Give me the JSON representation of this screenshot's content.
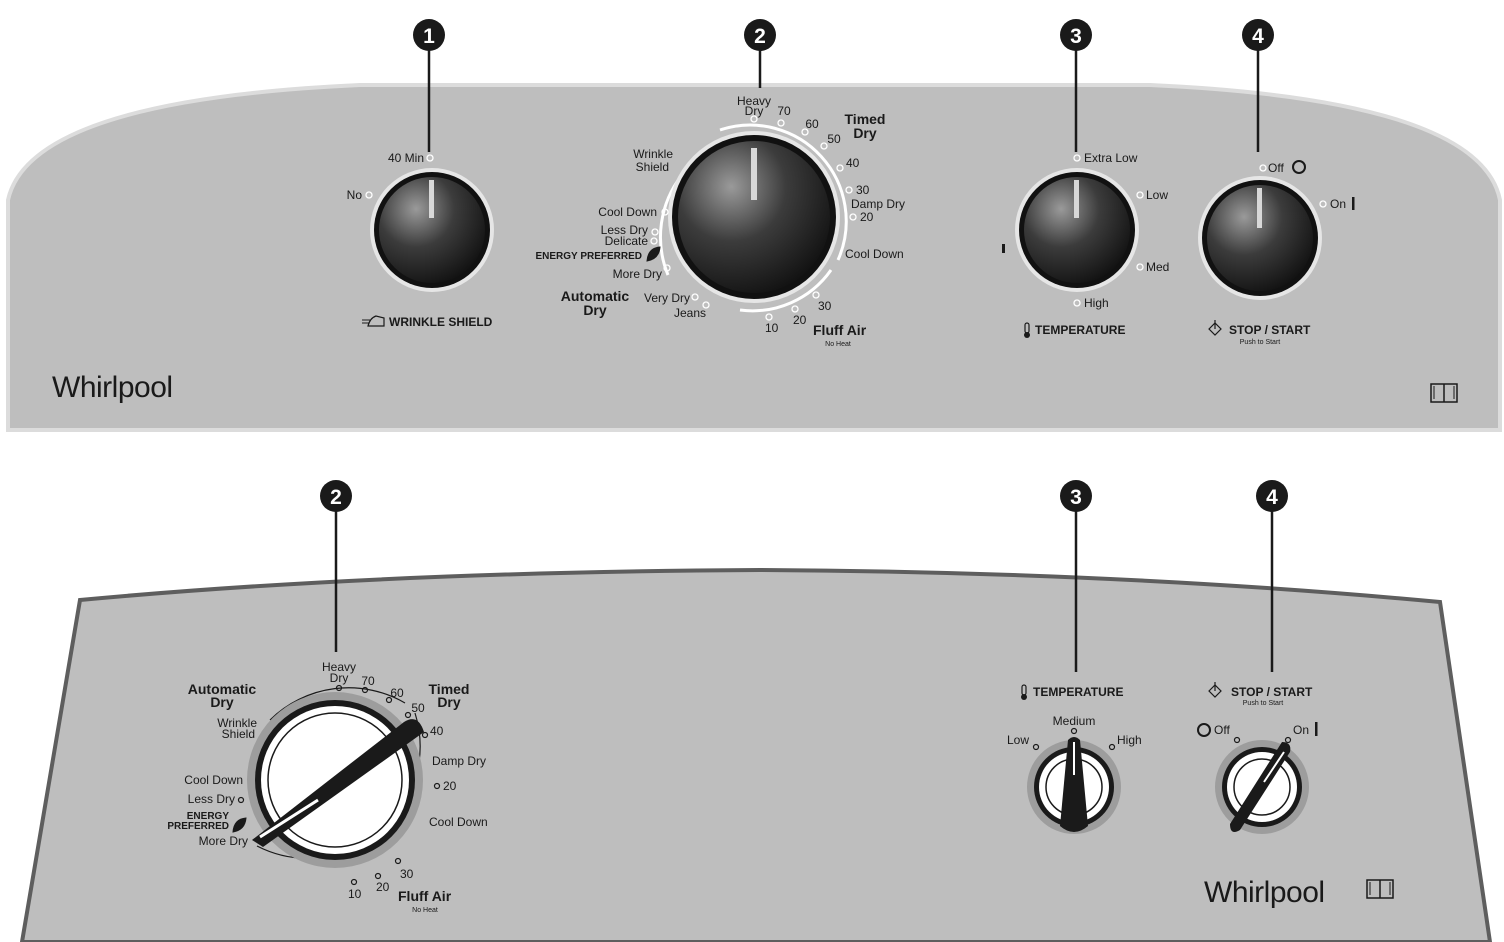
{
  "panel1": {
    "callouts": [
      "1",
      "2",
      "3",
      "4"
    ],
    "wrinkle": {
      "label": "WRINKLE SHIELD",
      "opt_40": "40 Min",
      "opt_no": "No"
    },
    "cycle": {
      "heavy_dry_1": "Heavy",
      "heavy_dry_2": "Dry",
      "t70": "70",
      "t60": "60",
      "t50": "50",
      "t40": "40",
      "t30": "30",
      "t20": "20",
      "timed_1": "Timed",
      "timed_2": "Dry",
      "damp": "Damp Dry",
      "cool_right": "Cool Down",
      "f30": "30",
      "f20": "20",
      "f10": "10",
      "fluff": "Fluff Air",
      "noheat": "No Heat",
      "jeans": "Jeans",
      "very_dry": "Very Dry",
      "auto_1": "Automatic",
      "auto_2": "Dry",
      "more_dry": "More Dry",
      "energy": "ENERGY PREFERRED",
      "less_dry": "Less Dry",
      "delicate": "Delicate",
      "cool_left": "Cool Down",
      "wrinkle_1": "Wrinkle",
      "wrinkle_2": "Shield"
    },
    "temp": {
      "label": "TEMPERATURE",
      "extra_low": "Extra Low",
      "low": "Low",
      "med": "Med",
      "high": "High"
    },
    "start": {
      "label": "STOP / START",
      "sub": "Push to Start",
      "off": "Off",
      "on": "On"
    },
    "brand": "Whirlpool"
  },
  "panel2": {
    "callouts": [
      "2",
      "3",
      "4"
    ],
    "cycle": {
      "auto_1": "Automatic",
      "auto_2": "Dry",
      "heavy_1": "Heavy",
      "heavy_2": "Dry",
      "t70": "70",
      "t60": "60",
      "t50": "50",
      "t40": "40",
      "timed_1": "Timed",
      "timed_2": "Dry",
      "wrinkle_1": "Wrinkle",
      "wrinkle_2": "Shield",
      "damp": "Damp Dry",
      "t20": "20",
      "cool_right": "Cool Down",
      "cool_left": "Cool Down",
      "less_dry": "Less Dry",
      "energy_1": "ENERGY",
      "energy_2": "PREFERRED",
      "more_dry": "More Dry",
      "f30": "30",
      "f20": "20",
      "f10": "10",
      "fluff": "Fluff Air",
      "noheat": "No Heat"
    },
    "temp": {
      "label": "TEMPERATURE",
      "medium": "Medium",
      "low": "Low",
      "high": "High"
    },
    "start": {
      "label": "STOP / START",
      "sub": "Push to Start",
      "off": "Off",
      "on": "On"
    },
    "brand": "Whirlpool"
  },
  "colors": {
    "panel": "#bebebe",
    "panel_edge": "#d9d9d9",
    "ink": "#1a1a1a"
  }
}
